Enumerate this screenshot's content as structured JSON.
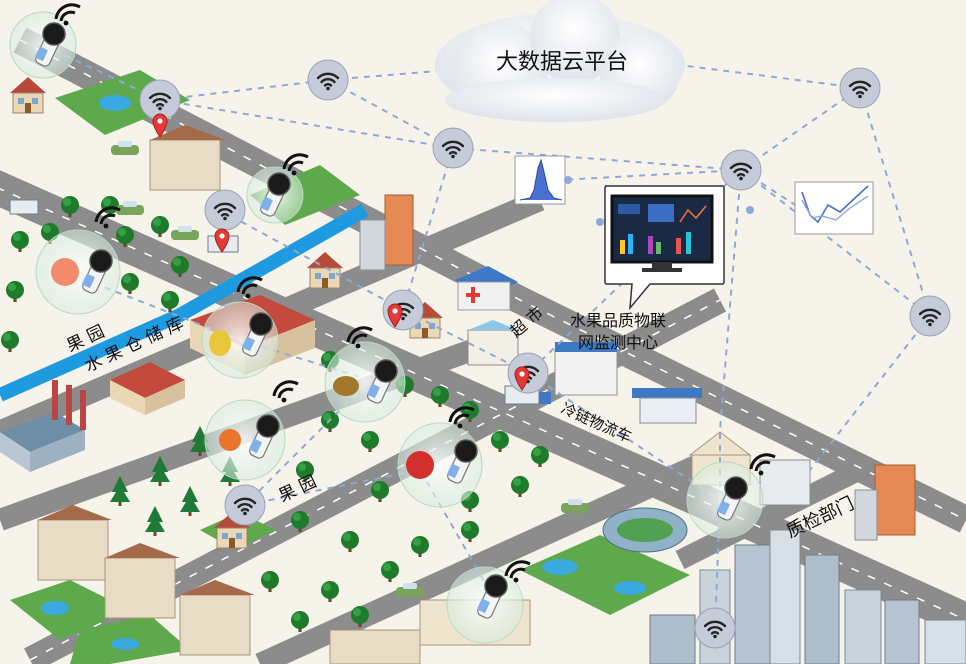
{
  "cloud_platform": {
    "title": "大数据云平台"
  },
  "monitor_center": {
    "line1": "水果品质物联",
    "line2": "网监测中心"
  },
  "labels": {
    "orchard_top": "果 园",
    "warehouse": "水 果 仓 储 库",
    "orchard_bottom": "果 园",
    "supermarket": "超 市",
    "cold_chain": "冷链物流车",
    "quality_dept": "质检部门"
  },
  "icons": {
    "wifi": "wifi-icon",
    "detector": "handheld-fruit-detector-icon",
    "location_pin": "location-pin-icon",
    "histogram": "histogram-chart-icon",
    "line_chart": "line-chart-icon",
    "dashboard": "monitor-dashboard-icon",
    "hospital": "hospital-icon"
  },
  "colors": {
    "background": "#f6f3ea",
    "road": "#8c8c8c",
    "river": "#1e9be0",
    "network_line": "#8fa8d6",
    "wifi_node": "#c5cbd8",
    "grass": "#5ea94b",
    "tree": "#1f7a2c",
    "pin": "#e53935"
  }
}
